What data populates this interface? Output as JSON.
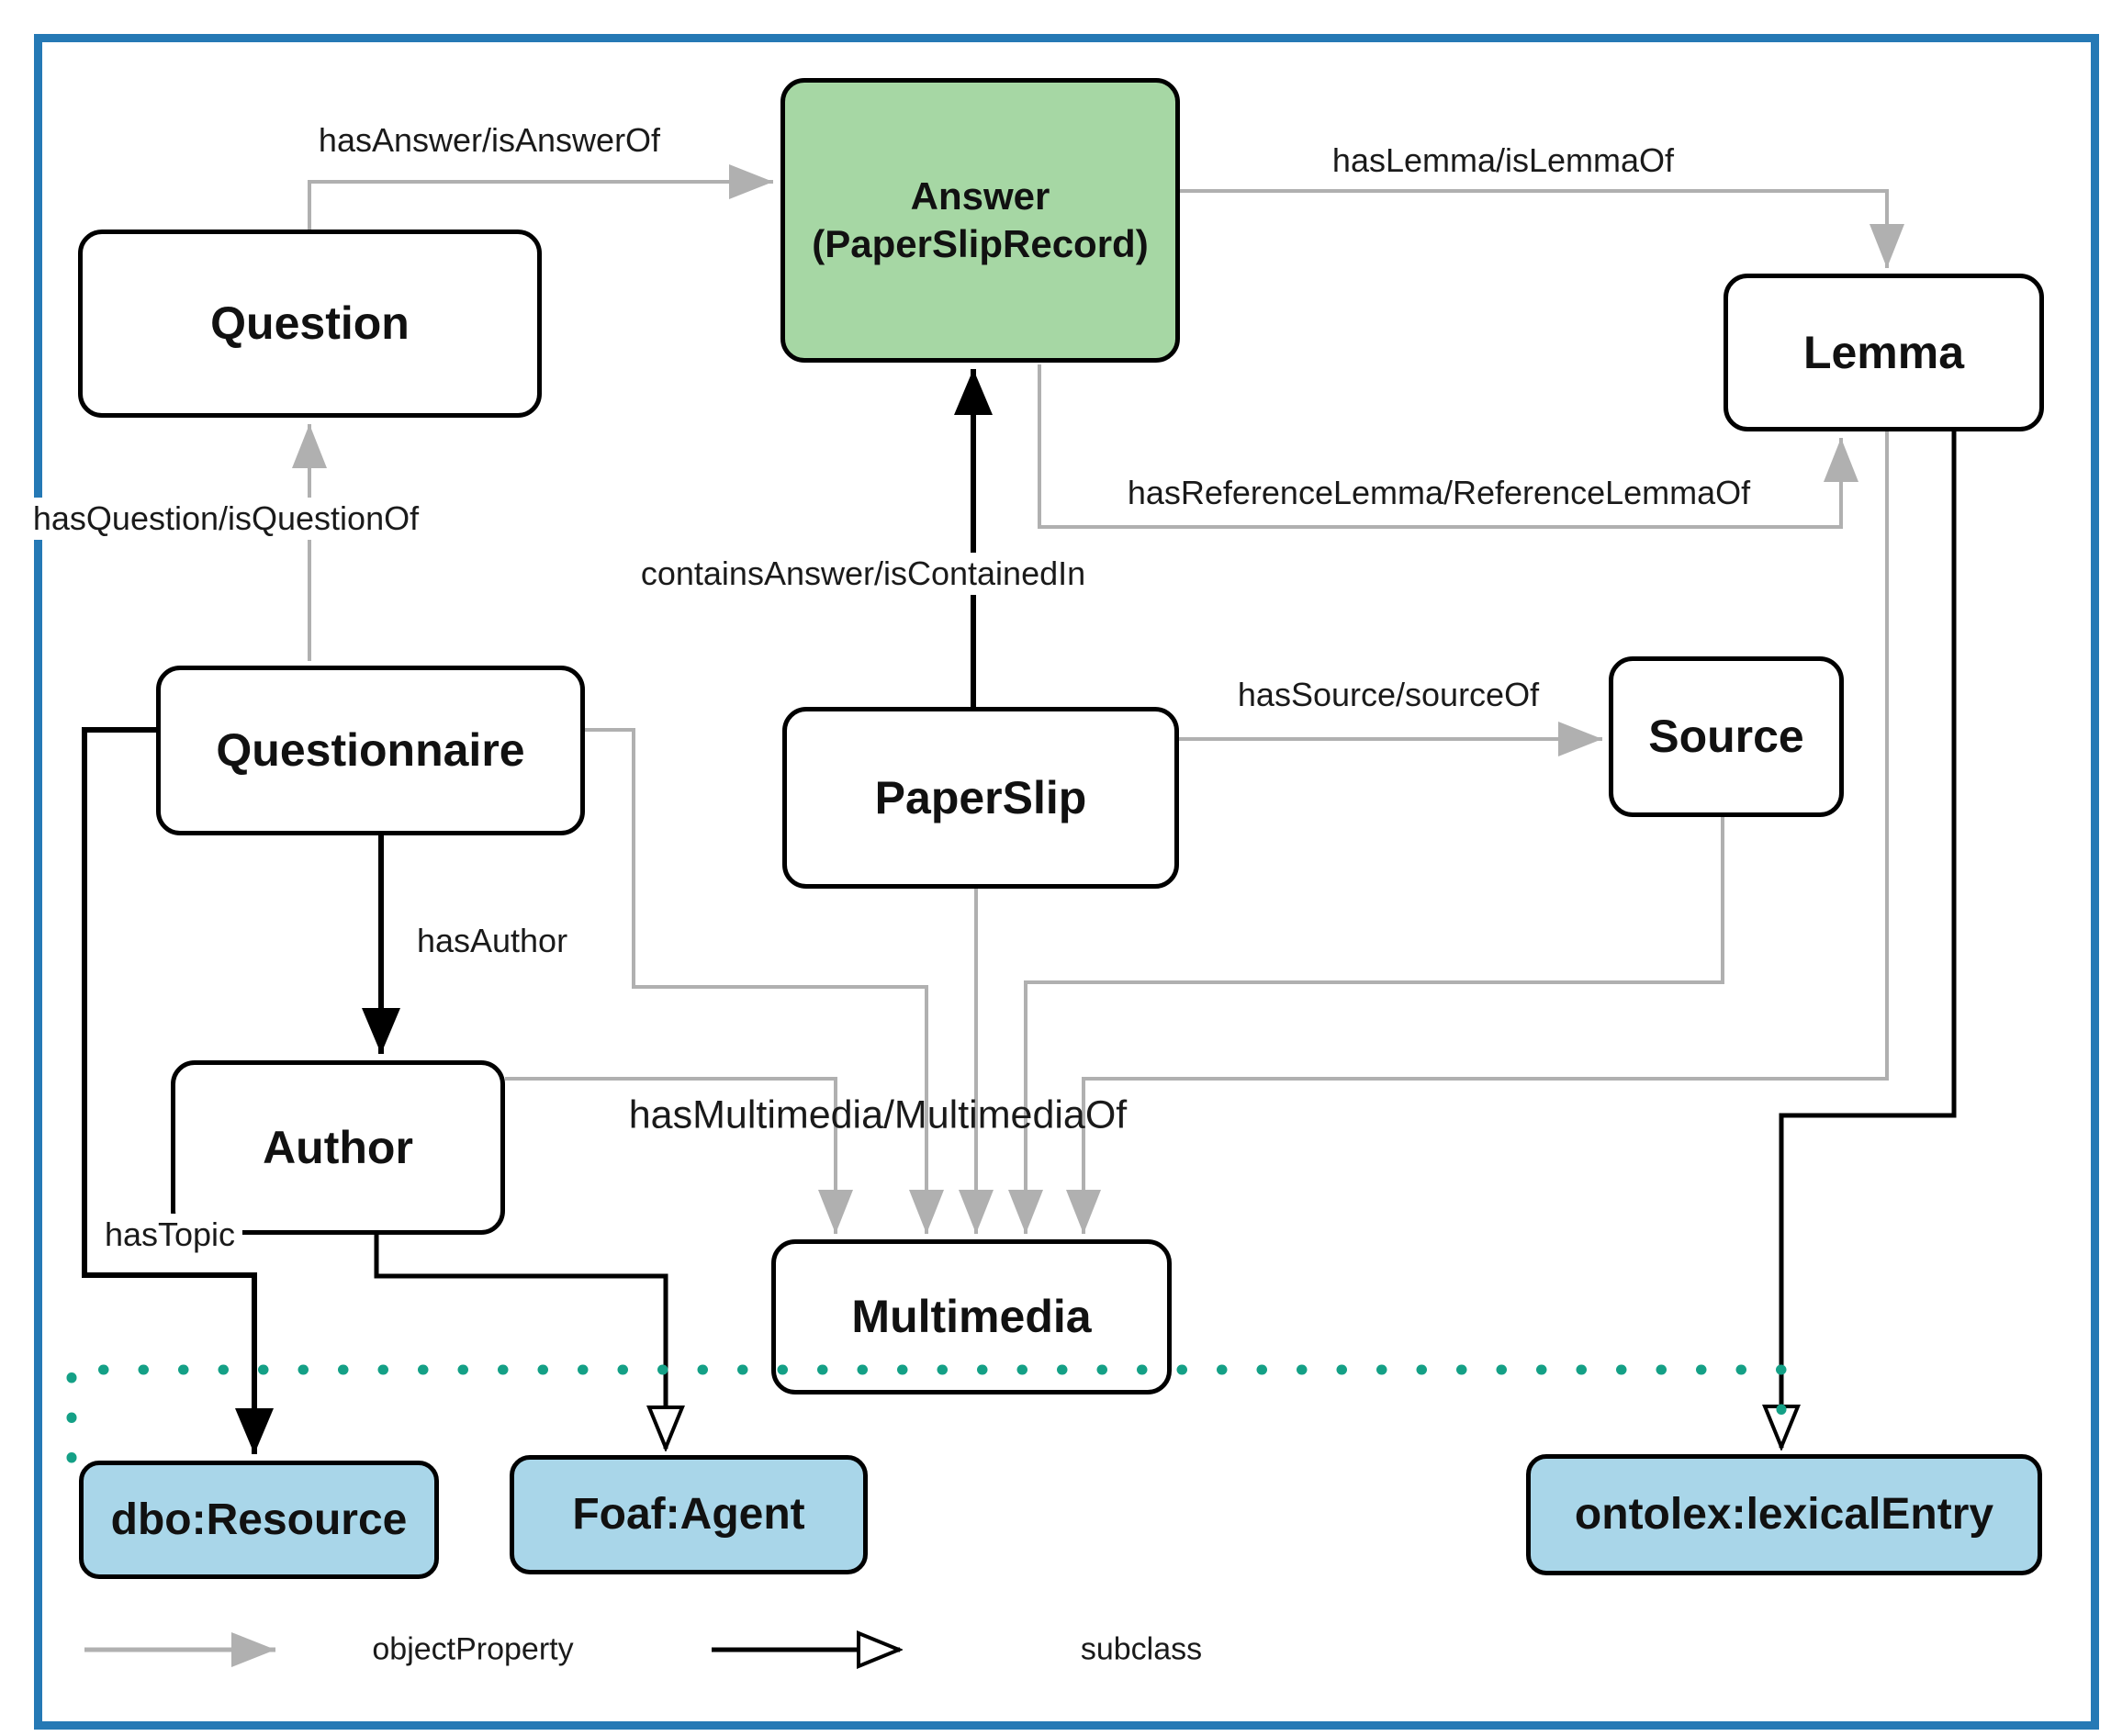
{
  "diagram": {
    "nodes": {
      "question": {
        "label": "Question"
      },
      "answer": {
        "label": "Answer",
        "sublabel": "(PaperSlipRecord)"
      },
      "lemma": {
        "label": "Lemma"
      },
      "questionnaire": {
        "label": "Questionnaire"
      },
      "paperslip": {
        "label": "PaperSlip"
      },
      "source": {
        "label": "Source"
      },
      "author": {
        "label": "Author"
      },
      "multimedia": {
        "label": "Multimedia"
      },
      "dbo_resource": {
        "label": "dbo:Resource"
      },
      "foaf_agent": {
        "label": "Foaf:Agent"
      },
      "ontolex_lexical_entry": {
        "label": "ontolex:lexicalEntry"
      }
    },
    "edge_labels": {
      "has_answer": "hasAnswer/isAnswerOf",
      "has_question": "hasQuestion/isQuestionOf",
      "has_lemma": "hasLemma/isLemmaOf",
      "has_reference_lemma": "hasReferenceLemma/ReferenceLemmaOf",
      "contains_answer": "containsAnswer/isContainedIn",
      "has_source": "hasSource/sourceOf",
      "has_author": "hasAuthor",
      "has_multimedia": "hasMultimedia/MultimediaOf",
      "has_topic": "hasTopic"
    },
    "legend": {
      "object_property": "objectProperty",
      "subclass": "subclass"
    },
    "colors": {
      "answer_fill": "#a6d7a4",
      "external_class_fill": "#a9d6e9",
      "frame_blue": "#2579b5",
      "teal_dotted_line": "#14a086",
      "object_property_gray": "#b0b0b0",
      "line_black": "#000000"
    }
  }
}
